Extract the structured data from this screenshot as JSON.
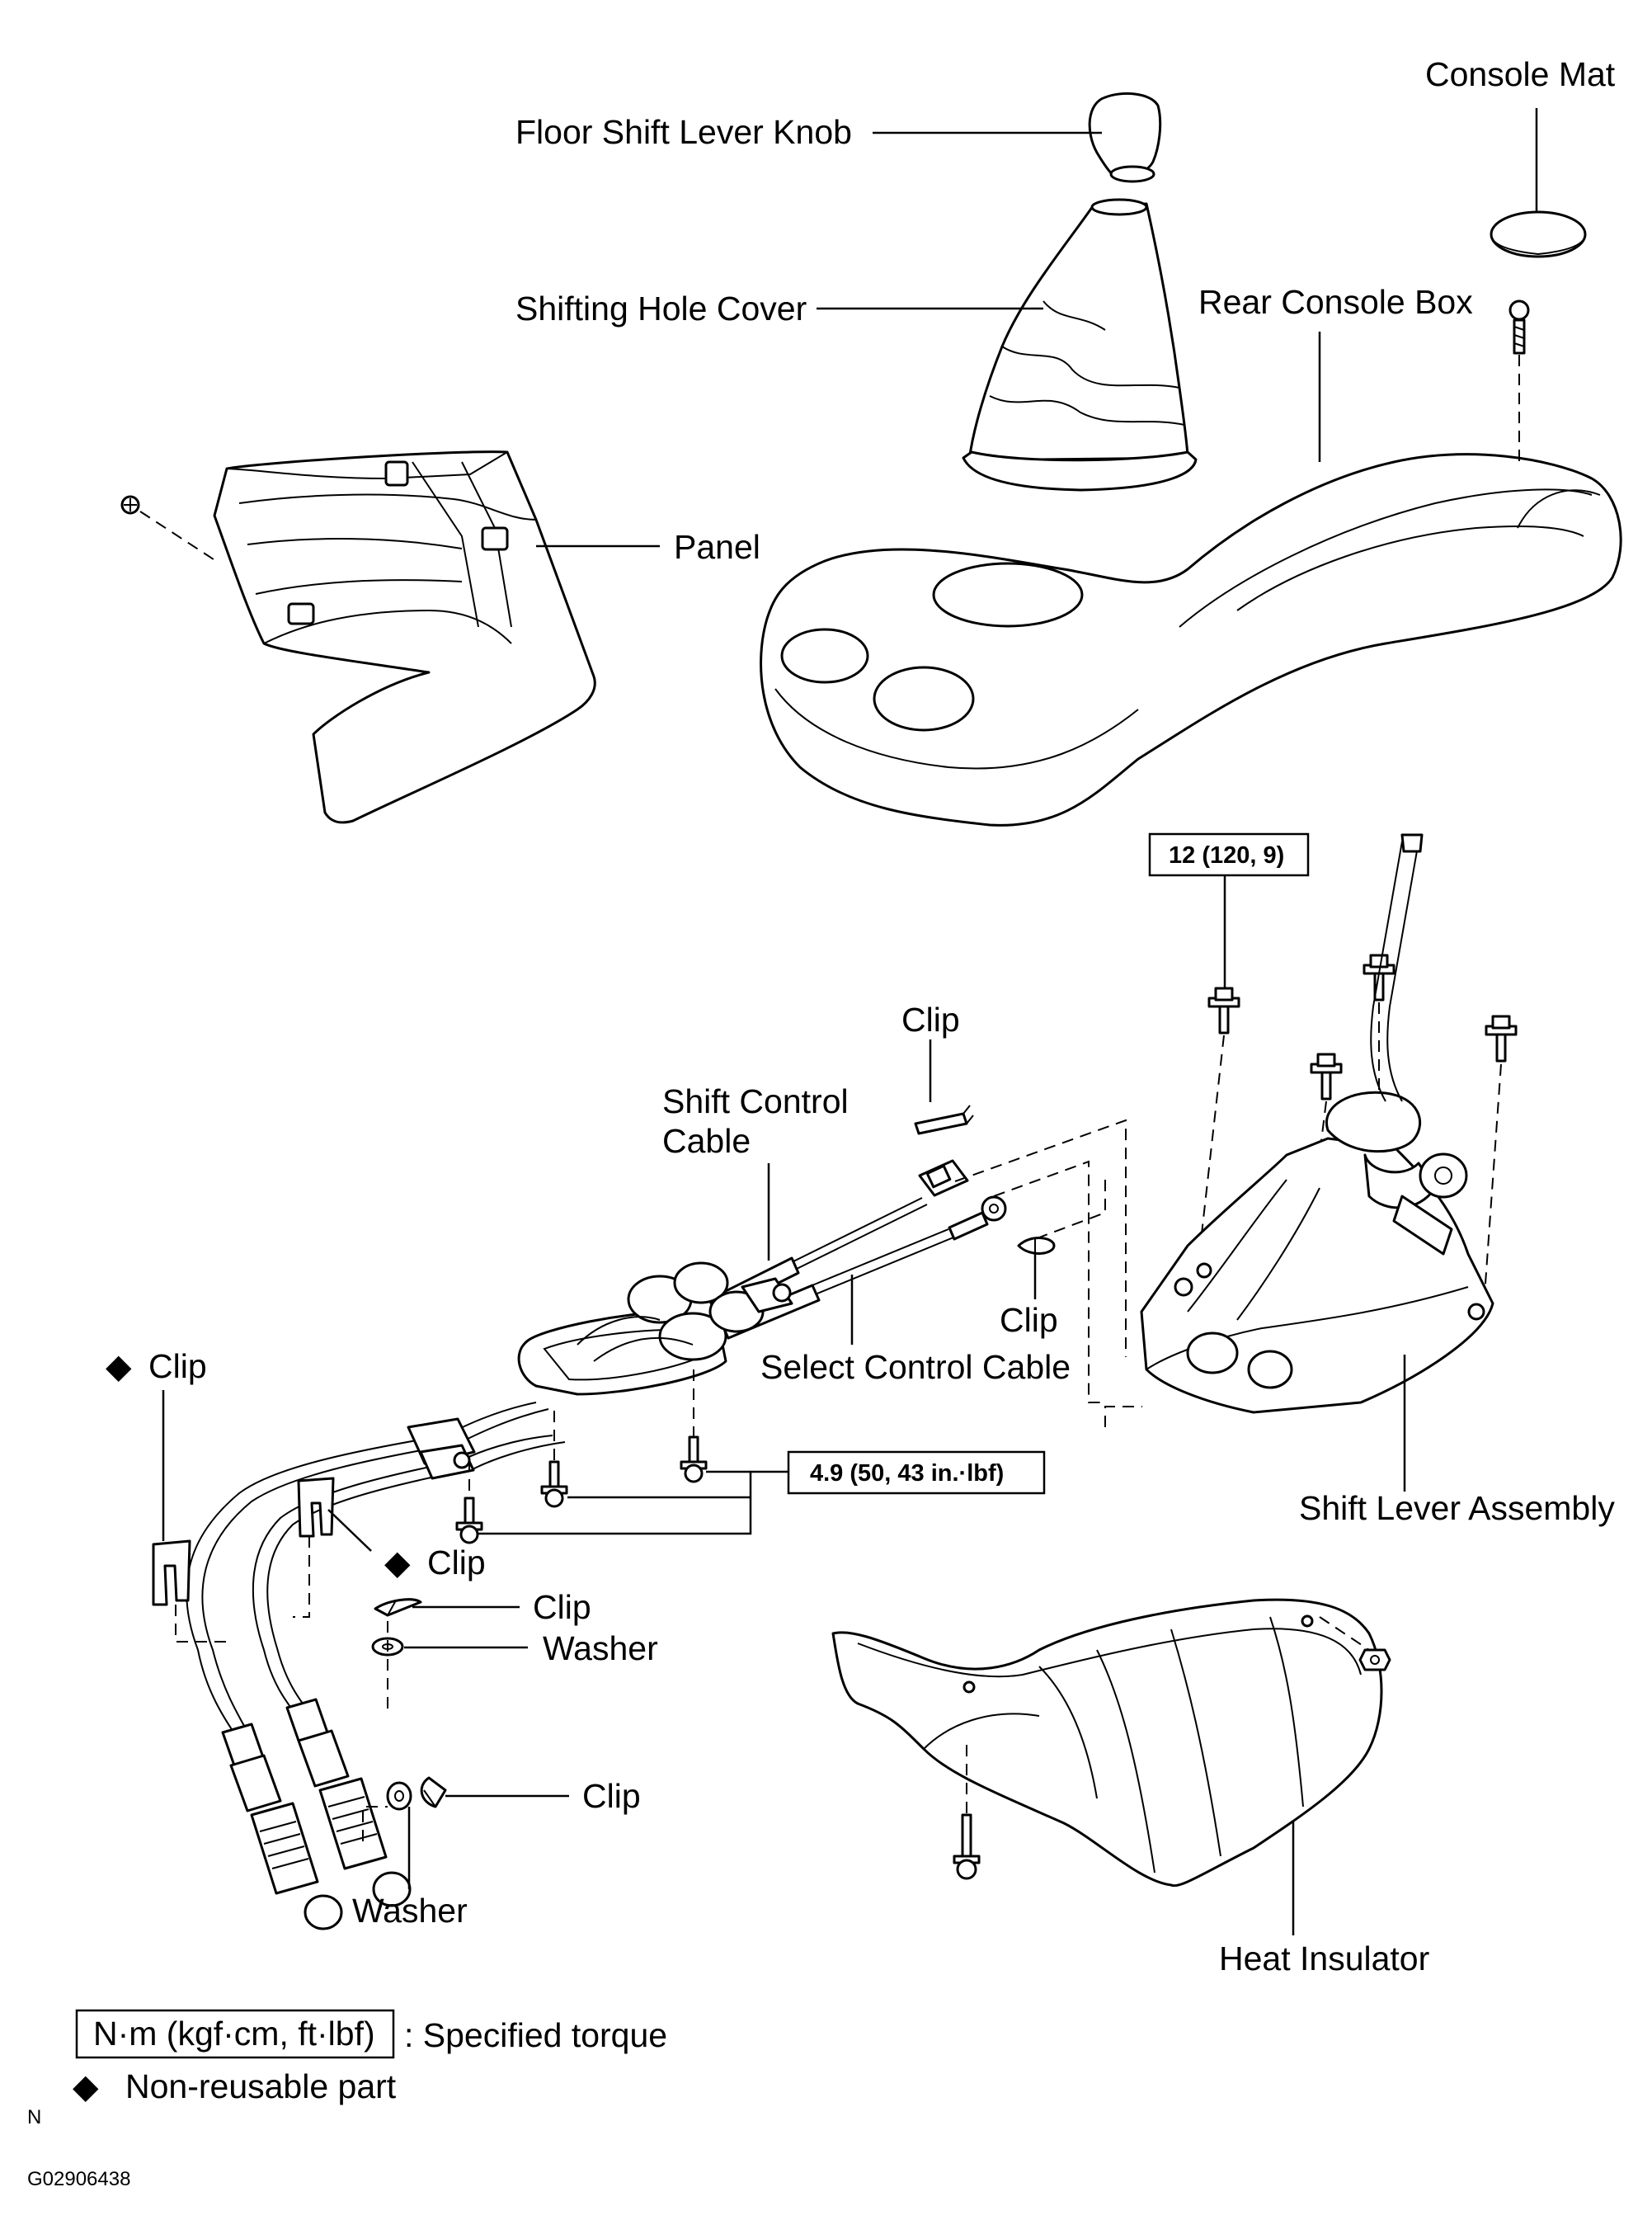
{
  "labels": {
    "floor_shift_lever_knob": "Floor Shift Lever Knob",
    "console_mat": "Console Mat",
    "shifting_hole_cover": "Shifting Hole Cover",
    "rear_console_box": "Rear Console Box",
    "panel": "Panel",
    "shift_control_cable_line1": "Shift Control",
    "shift_control_cable_line2": "Cable",
    "select_control_cable": "Select Control Cable",
    "shift_lever_assembly": "Shift Lever Assembly",
    "heat_insulator": "Heat Insulator",
    "clip": "Clip",
    "washer": "Washer"
  },
  "torques": {
    "shift_lever_bolts": "12 (120, 9)",
    "cable_bracket_bolts": "4.9 (50, 43 in.·lbf)"
  },
  "legend": {
    "torque_units": "N·m (kgf·cm, ft·lbf)",
    "torque_desc": ": Specified torque",
    "nonreusable_symbol": "◆",
    "nonreusable_desc": "Non-reusable  part"
  },
  "footer": {
    "corner_letter": "N",
    "figure_id": "G02906438"
  }
}
